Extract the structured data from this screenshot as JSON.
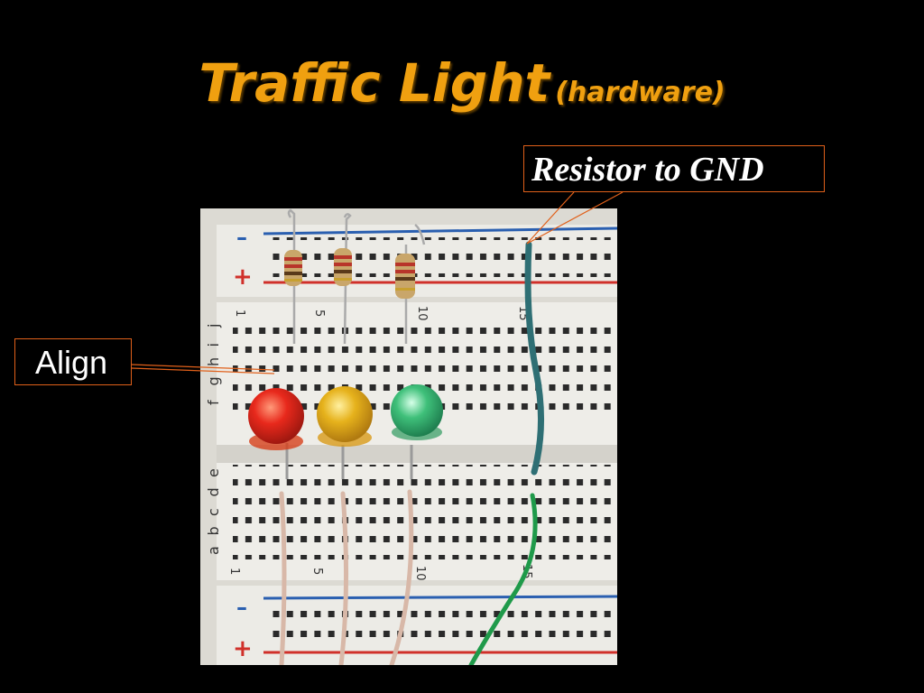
{
  "slide": {
    "title_main": "Traffic Light",
    "title_sub": "(hardware)"
  },
  "callouts": {
    "resistor": "Resistor to GND",
    "align": "Align"
  },
  "breadboard": {
    "rail_top_minus": "–",
    "rail_top_plus": "+",
    "rail_bottom_minus": "–",
    "rail_bottom_plus": "+",
    "top_row_letters": [
      "j",
      "i",
      "h",
      "g",
      "f"
    ],
    "bottom_row_letters": [
      "e",
      "d",
      "c",
      "b",
      "a"
    ],
    "column_numbers": [
      "1",
      "5",
      "10",
      "15"
    ],
    "colors": {
      "board": "#ecebe6",
      "rail_red": "#d0302a",
      "rail_blue": "#2a5fb0",
      "led_red": "#e8291c",
      "led_yellow": "#e6b21c",
      "led_green": "#3fc07a",
      "wire_teal": "#2e6f74",
      "wire_green": "#1f9a4a",
      "callout_border": "#e0601a",
      "title": "#f0a010"
    }
  }
}
